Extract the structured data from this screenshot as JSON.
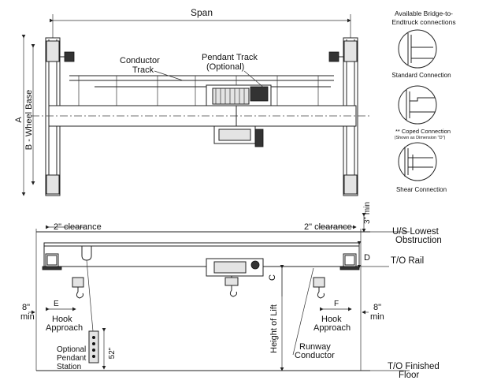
{
  "labels": {
    "span": "Span",
    "conductor_track_1": "Conductor",
    "conductor_track_2": "Track",
    "pendant_track_1": "Pendant Track",
    "pendant_track_2": "(Optional)",
    "dim_a": "A",
    "wheel_base": "B - Wheel Base",
    "clearance_left": "2\" clearance",
    "clearance_right": "2\" clearance",
    "three_min": "3\" min",
    "us_lowest_1": "U/S Lowest",
    "us_lowest_2": "Obstruction",
    "dim_d": "D",
    "to_rail": "T/O Rail",
    "dim_c": "C",
    "dim_e": "E",
    "dim_f": "F",
    "eight_left_1": "8\"",
    "eight_left_2": "min",
    "eight_right_1": "8\"",
    "eight_right_2": "min",
    "hook_left_1": "Hook",
    "hook_left_2": "Approach",
    "hook_right_1": "Hook",
    "hook_right_2": "Approach",
    "pendant_station_1": "Optional",
    "pendant_station_2": "Pendant",
    "pendant_station_3": "Station",
    "dim_52": "52\"",
    "height_of_lift": "Height of Lift",
    "runway_1": "Runway",
    "runway_2": "Conductor",
    "floor_1": "T/O Finished",
    "floor_2": "Floor"
  },
  "connections": {
    "title_1": "Available Bridge-to-",
    "title_2": "Endtruck connections",
    "items": [
      {
        "label": "Standard Connection",
        "note": ""
      },
      {
        "label": "** Coped Connection",
        "note": "(Shown as Dimension \"D\")"
      },
      {
        "label": "Shear Connection",
        "note": ""
      }
    ]
  }
}
